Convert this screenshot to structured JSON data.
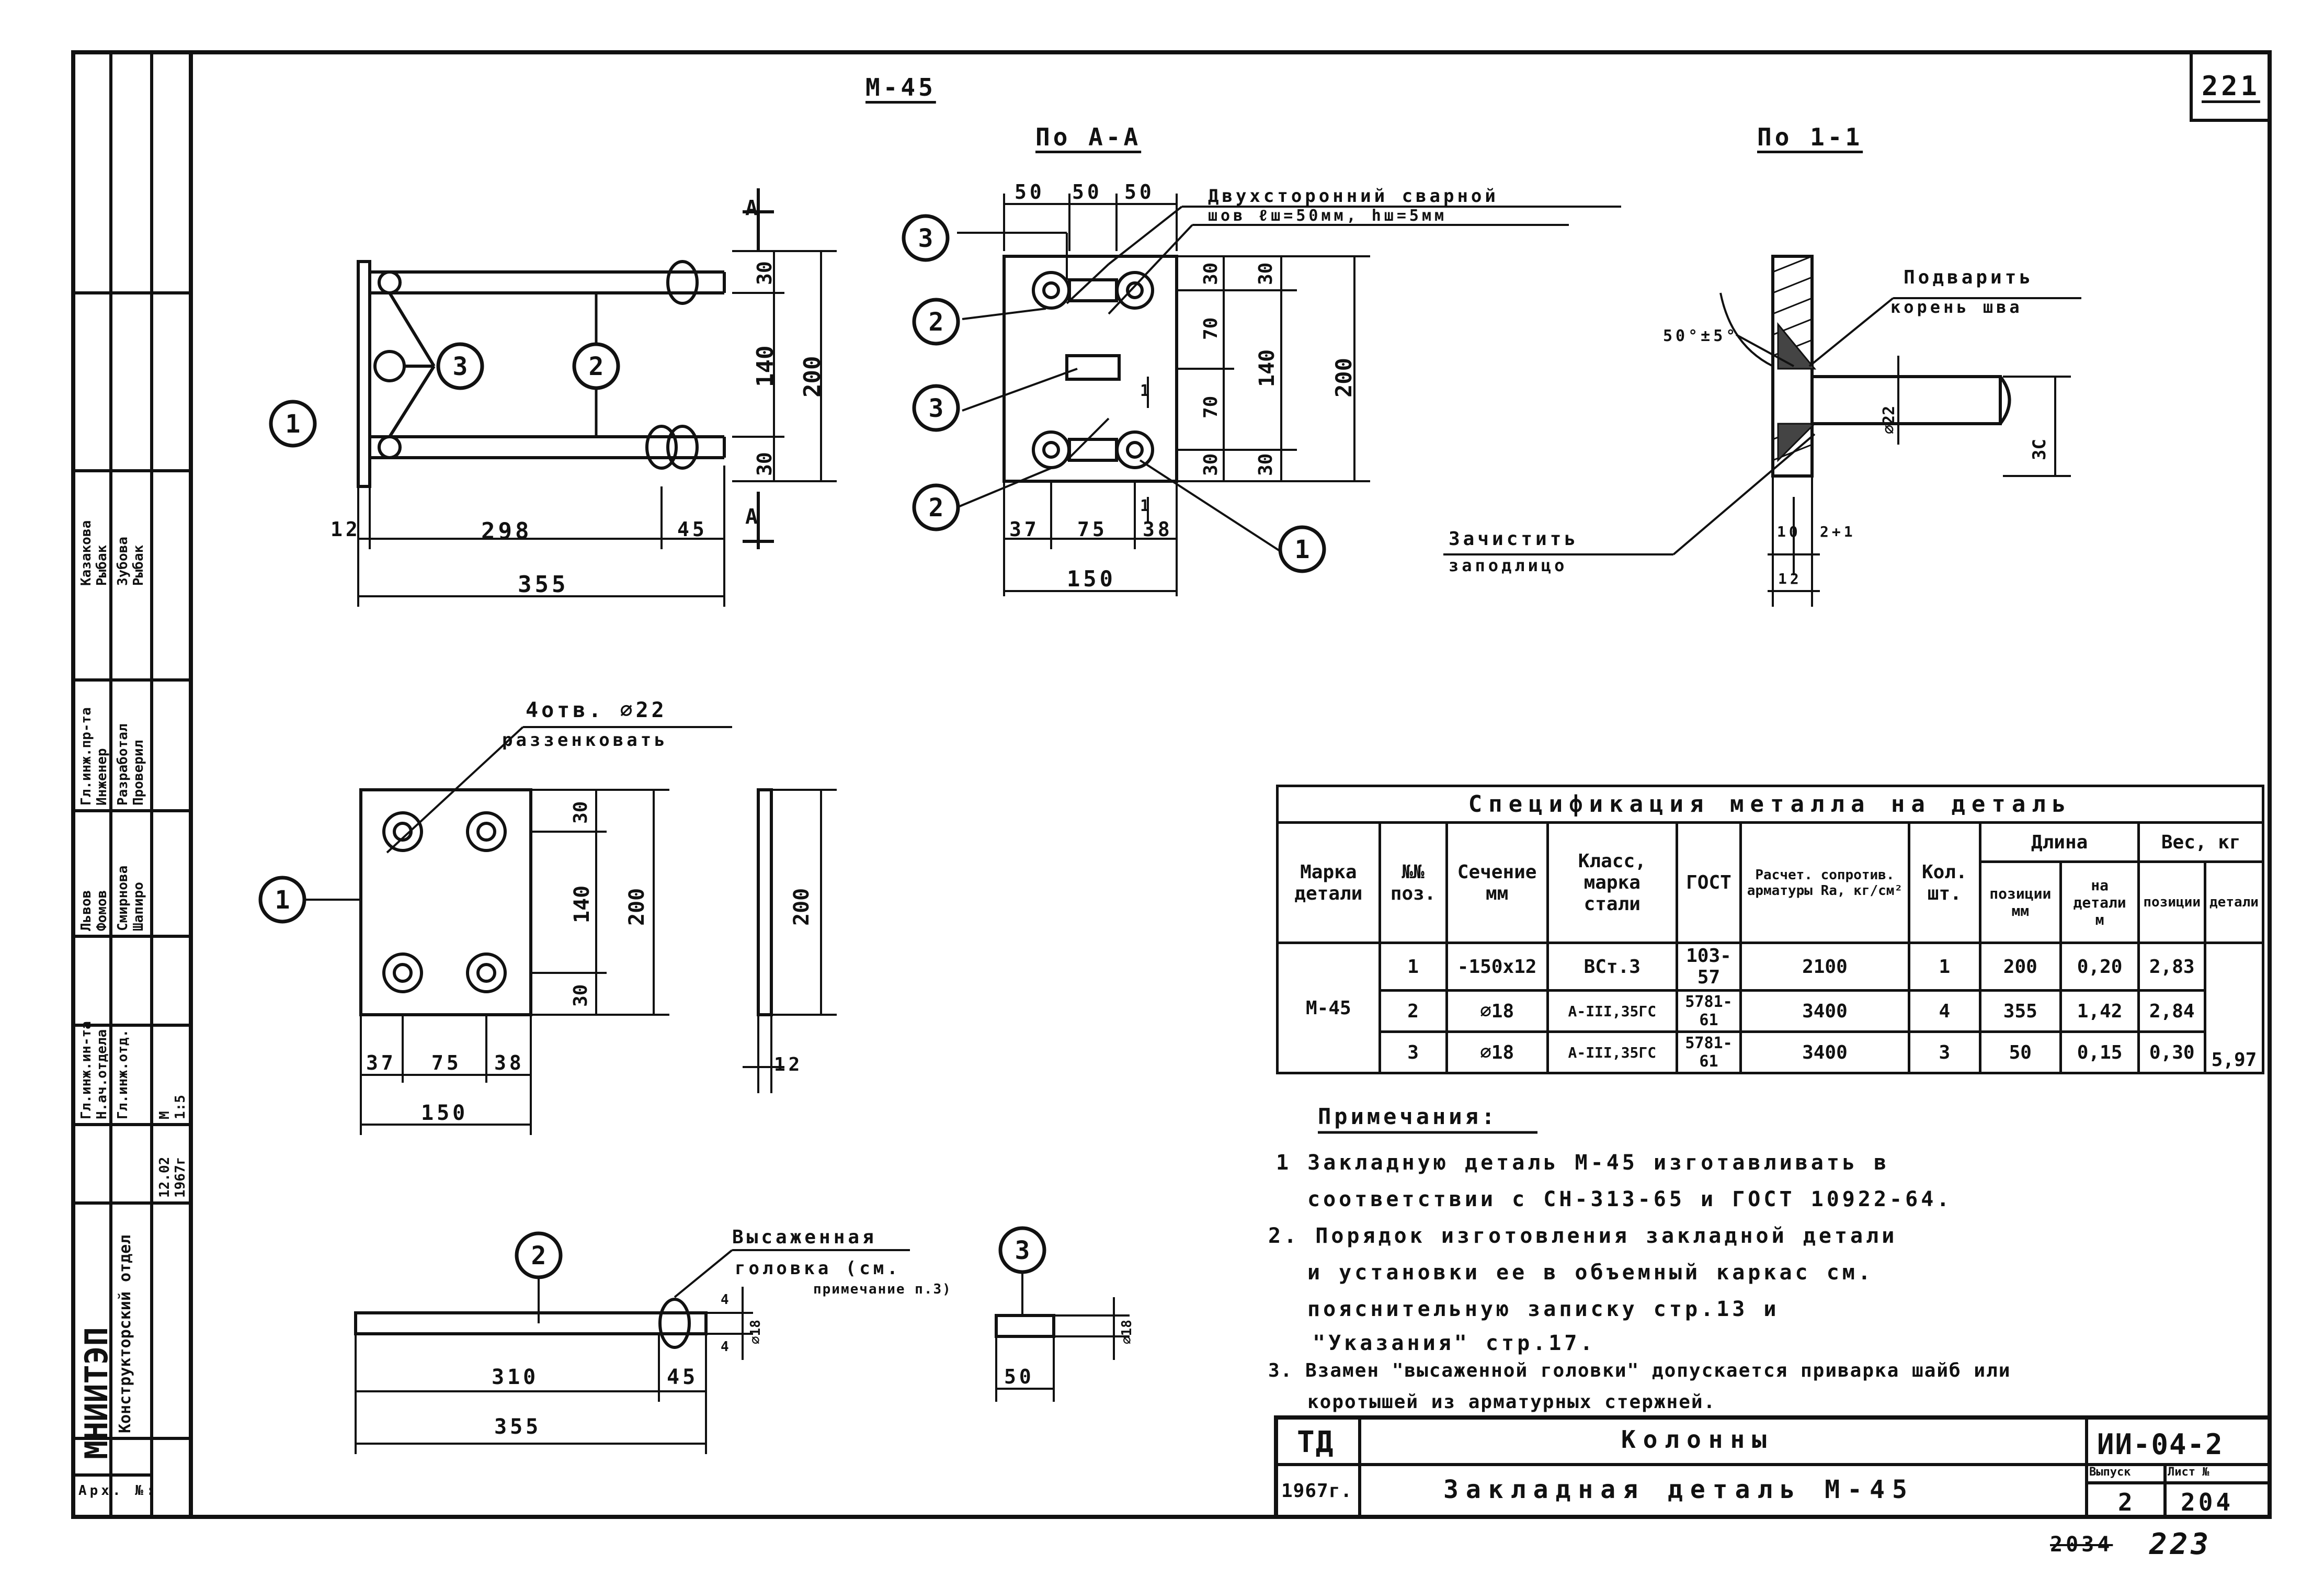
{
  "sheet": {
    "number": "221",
    "bottom_stamp": "2034",
    "bottom_page": "223"
  },
  "views": {
    "main_title": "М-45",
    "section_aa": "По А-А",
    "section_11": "По 1-1"
  },
  "left_stamp": {
    "org": "МНИИТЭП",
    "dept": "Конструкторский отдел",
    "arch": "Арх. №:",
    "date": "12.02",
    "year": "1967г",
    "m": "М",
    "scale": "1:5",
    "roles": [
      "Гл.инж.ин-та",
      "Н.ач.отдела",
      "Гл.инж.отд.",
      "Гл.инж.пр-та",
      "Инженер",
      "Разработал",
      "Проверил"
    ],
    "names": [
      "Львов",
      "Фомов",
      "Смирнова",
      "Шапиро",
      "Казакова",
      "Рыбак",
      "Зубова",
      "Рыбак"
    ]
  },
  "annotations": {
    "weld": "Двухсторонний сварной",
    "weld2": "шов ℓш=50мм, hш=5мм",
    "weld_root": "Подварить",
    "weld_root2": "корень шва",
    "clean": "Зачистить",
    "clean2": "заподлицо",
    "holes": "4отв. ⌀22",
    "holes2": "раззенковать",
    "upset": "Высаженная",
    "upset2": "головка (см.",
    "upset3": "примечание п.3)",
    "angle": "50°±5°"
  },
  "dims": {
    "d12": "12",
    "d298": "298",
    "d45": "45",
    "d355": "355",
    "d30": "30",
    "d140": "140",
    "d200": "200",
    "d70": "70",
    "d50": "50",
    "d37": "37",
    "d75": "75",
    "d38": "38",
    "d150": "150",
    "d310": "310",
    "phi18": "⌀18",
    "phi22": "⌀22",
    "d4": "4",
    "d10": "10",
    "d2": "2+1",
    "d3c": "3С",
    "A": "А",
    "one": "1"
  },
  "callouts": [
    "1",
    "2",
    "3"
  ],
  "spec": {
    "title": "Спецификация металла на деталь",
    "headers": {
      "mark": "Марка детали",
      "pos": "№№ поз.",
      "section": "Сечение мм",
      "steel": "Класс, марка стали",
      "gost": "ГОСТ",
      "resist": "Расчет. сопротив. арматуры Rа, кг/см²",
      "qty": "Кол. шт.",
      "length": "Длина",
      "len_pos": "позиции мм",
      "len_det": "на детали м",
      "weight": "Вес, кг",
      "w_pos": "позиции",
      "w_det": "детали"
    },
    "mark_value": "М-45",
    "rows": [
      {
        "pos": "1",
        "section": "-150x12",
        "steel": "ВСт.3",
        "gost": "103-57",
        "resist": "2100",
        "qty": "1",
        "len_pos": "200",
        "len_det": "0,20",
        "w_pos": "2,83"
      },
      {
        "pos": "2",
        "section": "⌀18",
        "steel": "А-III,35ГС",
        "gost": "5781-61",
        "resist": "3400",
        "qty": "4",
        "len_pos": "355",
        "len_det": "1,42",
        "w_pos": "2,84"
      },
      {
        "pos": "3",
        "section": "⌀18",
        "steel": "А-III,35ГС",
        "gost": "5781-61",
        "resist": "3400",
        "qty": "3",
        "len_pos": "50",
        "len_det": "0,15",
        "w_pos": "0,30"
      }
    ],
    "total_weight": "5,97"
  },
  "notes": {
    "title": "Примечания:",
    "n1a": "1 Закладную деталь М-45 изготавливать в",
    "n1b": "соответствии с СН-313-65 и ГОСТ 10922-64.",
    "n2a": "2. Порядок изготовления закладной детали",
    "n2b": "и установки ее в объемный каркас см.",
    "n2c": "пояснительную записку стр.13 и",
    "n2d": "\"Указания\" стр.17.",
    "n3a": "3. Взамен \"высаженной головки\" допускается приварка шайб или",
    "n3b": "коротышей из арматурных стержней."
  },
  "title_block": {
    "td": "ТД",
    "year": "1967г.",
    "name1": "Колонны",
    "name2": "Закладная деталь М-45",
    "code": "ИИ-04-2",
    "issue_label": "Выпуск",
    "sheet_label": "Лист №",
    "issue": "2",
    "sheet": "204"
  }
}
